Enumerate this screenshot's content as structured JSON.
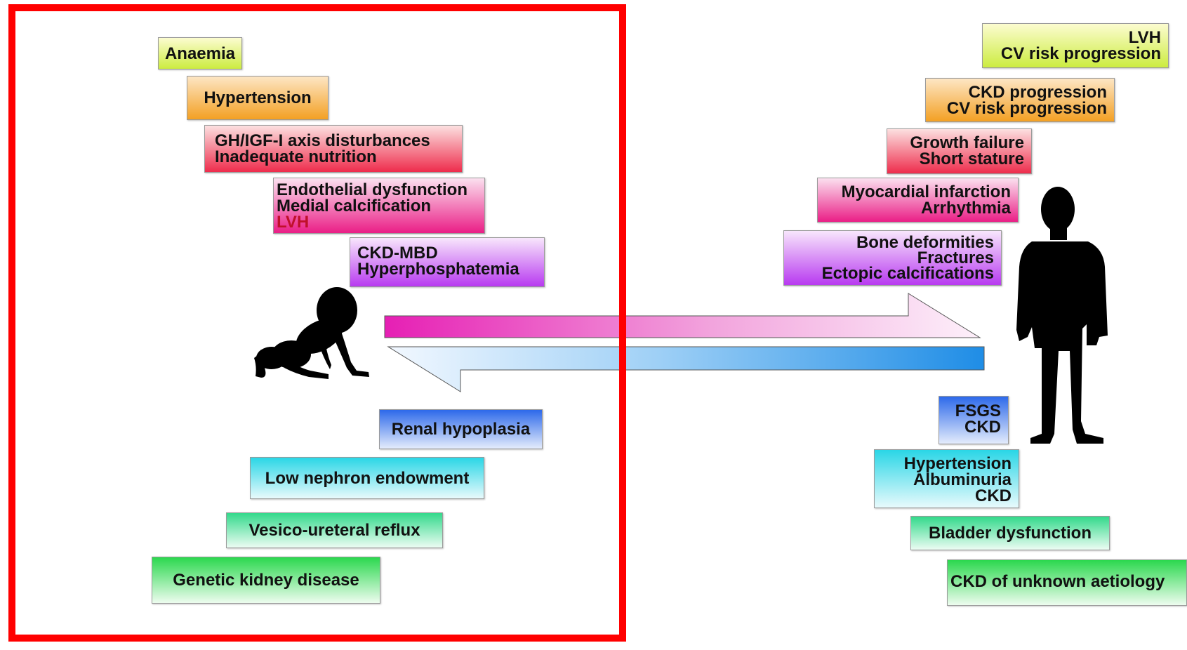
{
  "left_childhood": {
    "complications": [
      {
        "lines": [
          "Anaemia"
        ]
      },
      {
        "lines": [
          "Hypertension"
        ]
      },
      {
        "lines": [
          "GH/IGF-I axis disturbances",
          "Inadequate nutrition"
        ]
      },
      {
        "lines": [
          "Endothelial dysfunction",
          "Medial calcification",
          "LVH"
        ]
      },
      {
        "lines": [
          "CKD-MBD",
          "Hyperphosphatemia"
        ]
      }
    ],
    "causes": [
      {
        "lines": [
          "Renal hypoplasia"
        ]
      },
      {
        "lines": [
          "Low nephron endowment"
        ]
      },
      {
        "lines": [
          "Vesico-ureteral reflux"
        ]
      },
      {
        "lines": [
          "Genetic kidney disease"
        ]
      }
    ]
  },
  "right_adulthood": {
    "complications": [
      {
        "lines": [
          "LVH",
          "CV risk progression"
        ]
      },
      {
        "lines": [
          "CKD progression",
          "CV risk progression"
        ]
      },
      {
        "lines": [
          "Growth failure",
          "Short stature"
        ]
      },
      {
        "lines": [
          "Myocardial infarction",
          "Arrhythmia"
        ]
      },
      {
        "lines": [
          "Bone deformities",
          "Fractures",
          "Ectopic calcifications"
        ]
      }
    ],
    "causes": [
      {
        "lines": [
          "FSGS",
          "CKD"
        ]
      },
      {
        "lines": [
          "Hypertension",
          "Albuminuria",
          "CKD"
        ]
      },
      {
        "lines": [
          "Bladder dysfunction"
        ]
      },
      {
        "lines": [
          "CKD of unknown aetiology"
        ]
      }
    ]
  },
  "colors": {
    "highlight_frame": "#ff0000",
    "forward_arrow": "#e61fb4",
    "backward_arrow": "#1f8de6"
  },
  "icons": [
    "infant-silhouette-icon",
    "adult-silhouette-icon"
  ]
}
